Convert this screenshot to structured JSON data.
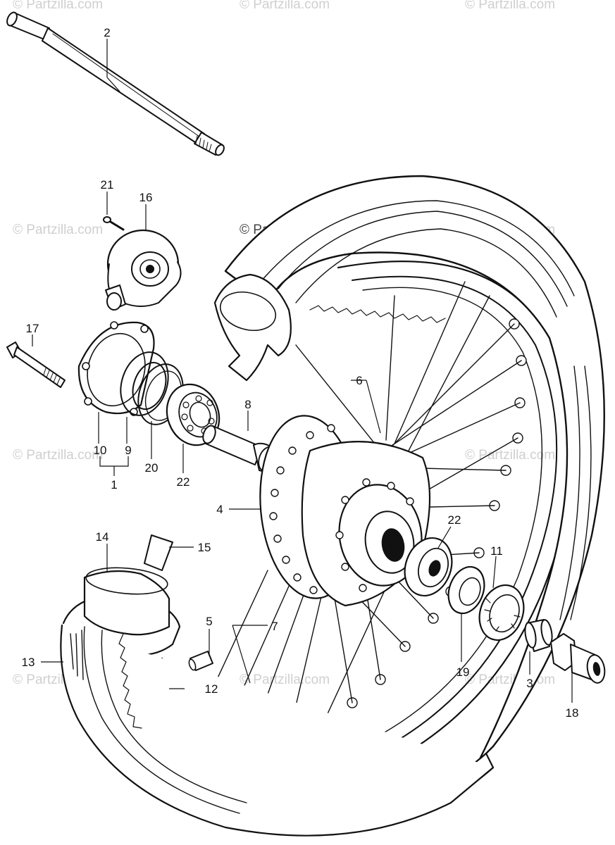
{
  "watermark": "© Partzilla.com",
  "callouts": {
    "c1": "1",
    "c2": "2",
    "c3": "3",
    "c4": "4",
    "c5": "5",
    "c6": "6",
    "c7": "7",
    "c8": "8",
    "c9": "9",
    "c10": "10",
    "c11": "11",
    "c12": "12",
    "c13": "13",
    "c14": "14",
    "c15": "15",
    "c16": "16",
    "c17": "17",
    "c18": "18",
    "c19": "19",
    "c20": "20",
    "c21": "21",
    "c22a": "22",
    "c22b": "22"
  }
}
